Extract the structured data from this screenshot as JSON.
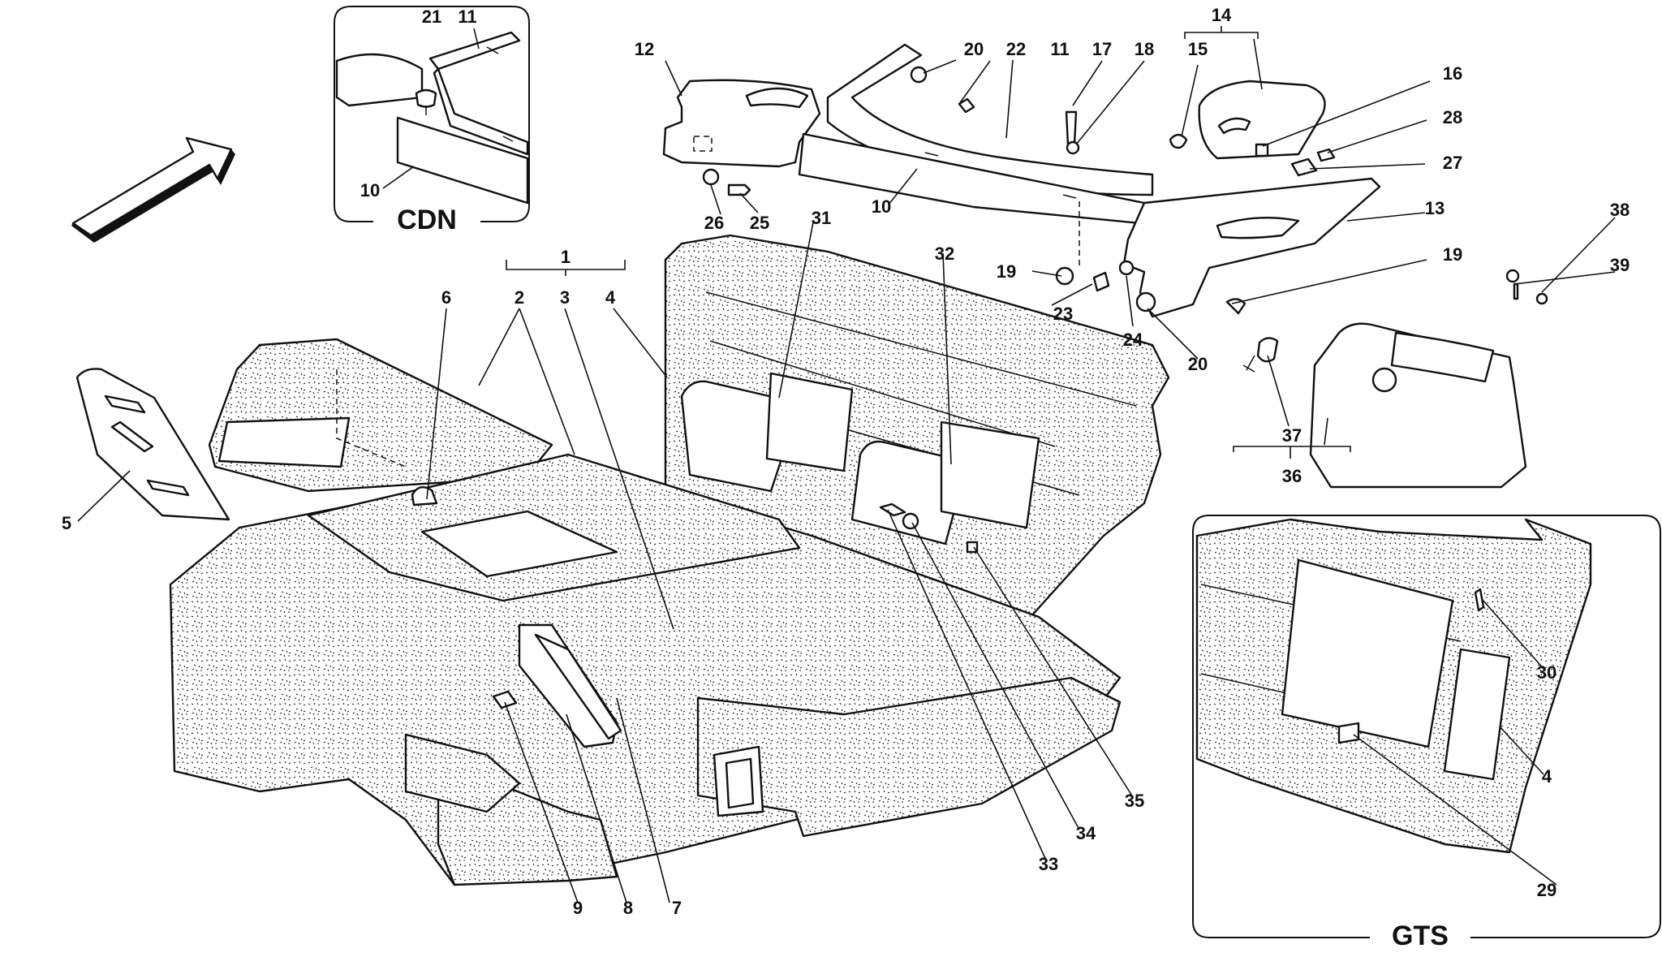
{
  "diagram": {
    "inset_cdn_title": "CDN",
    "inset_gts_title": "GTS",
    "callouts": [
      {
        "id": "c1",
        "text": "1"
      },
      {
        "id": "c2",
        "text": "2"
      },
      {
        "id": "c3",
        "text": "3"
      },
      {
        "id": "c4a",
        "text": "4"
      },
      {
        "id": "c5",
        "text": "5"
      },
      {
        "id": "c6",
        "text": "6"
      },
      {
        "id": "c7",
        "text": "7"
      },
      {
        "id": "c8",
        "text": "8"
      },
      {
        "id": "c9",
        "text": "9"
      },
      {
        "id": "c10a",
        "text": "10"
      },
      {
        "id": "c10b",
        "text": "10"
      },
      {
        "id": "c11a",
        "text": "11"
      },
      {
        "id": "c11b",
        "text": "11"
      },
      {
        "id": "c12",
        "text": "12"
      },
      {
        "id": "c13",
        "text": "13"
      },
      {
        "id": "c14",
        "text": "14"
      },
      {
        "id": "c15",
        "text": "15"
      },
      {
        "id": "c16",
        "text": "16"
      },
      {
        "id": "c17",
        "text": "17"
      },
      {
        "id": "c18",
        "text": "18"
      },
      {
        "id": "c19a",
        "text": "19"
      },
      {
        "id": "c19b",
        "text": "19"
      },
      {
        "id": "c20a",
        "text": "20"
      },
      {
        "id": "c20b",
        "text": "20"
      },
      {
        "id": "c21",
        "text": "21"
      },
      {
        "id": "c22",
        "text": "22"
      },
      {
        "id": "c23",
        "text": "23"
      },
      {
        "id": "c24",
        "text": "24"
      },
      {
        "id": "c25",
        "text": "25"
      },
      {
        "id": "c26",
        "text": "26"
      },
      {
        "id": "c27",
        "text": "27"
      },
      {
        "id": "c28",
        "text": "28"
      },
      {
        "id": "c29",
        "text": "29"
      },
      {
        "id": "c30",
        "text": "30"
      },
      {
        "id": "c31",
        "text": "31"
      },
      {
        "id": "c32",
        "text": "32"
      },
      {
        "id": "c33",
        "text": "33"
      },
      {
        "id": "c34",
        "text": "34"
      },
      {
        "id": "c35",
        "text": "35"
      },
      {
        "id": "c36",
        "text": "36"
      },
      {
        "id": "c37",
        "text": "37"
      },
      {
        "id": "c38",
        "text": "38"
      },
      {
        "id": "c39",
        "text": "39"
      },
      {
        "id": "c4b",
        "text": "4"
      }
    ]
  }
}
